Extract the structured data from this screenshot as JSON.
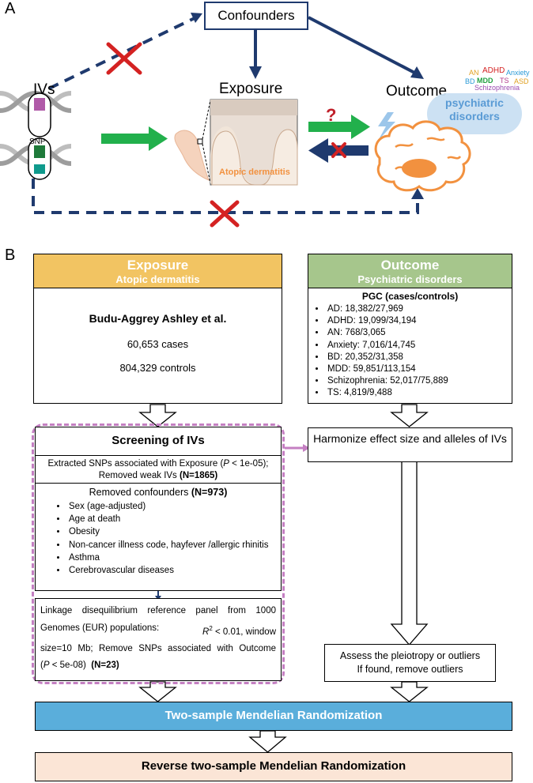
{
  "panel_a": {
    "label": "A",
    "confounders": "Confounders",
    "ivs": "IVs",
    "snp": "SNP",
    "exposure": "Exposure",
    "atopic_dermatitis": "Atopic dermatitis",
    "outcome": "Outcome",
    "psychiatric": "psychiatric",
    "disorders": "disorders",
    "question_mark": "?",
    "disorder_words": [
      "AN",
      "ADHD",
      "Anxiety",
      "BD",
      "MDD",
      "TS",
      "ASD",
      "Schizophrenia"
    ],
    "colors": {
      "navy": "#1f3a6e",
      "green": "#22b04c",
      "red": "#d42222",
      "skin": "#f0b893",
      "brain_outline": "#f2913f",
      "cloud": "#c9dff2",
      "cloud_text": "#5a9bd5",
      "lightning": "#9cc6ea"
    }
  },
  "panel_b": {
    "label": "B",
    "exposure_header": {
      "title": "Exposure",
      "subtitle": "Atopic dermatitis",
      "color": "#f2c462"
    },
    "outcome_header": {
      "title": "Outcome",
      "subtitle": "Psychiatric disorders",
      "color": "#a6c68c"
    },
    "exposure_body": {
      "author": "Budu-Aggrey Ashley et al.",
      "cases": "60,653 cases",
      "controls": "804,329 controls"
    },
    "outcome_body": {
      "title": "PGC (cases/controls)",
      "items": [
        "AD: 18,382/27,969",
        "ADHD: 19,099/34,194",
        "AN: 768/3,065",
        "Anxiety: 7,016/14,745",
        "BD: 20,352/31,358",
        "MDD: 59,851/113,154",
        "Schizophrenia: 52,017/75,889",
        "TS: 4,819/9,488"
      ]
    },
    "screening": {
      "title": "Screening of IVs",
      "step1_text": "Extracted SNPs associated with Exposure (",
      "step1_p": "P",
      "step1_threshold": " < 1e-05);",
      "step1_line2": "Removed weak IVs ",
      "step1_n": "(N=1865)",
      "step2_title": "Removed confounders ",
      "step2_n": "(N=973)",
      "step2_items": [
        "Sex (age-adjusted)",
        "Age at death",
        "Obesity",
        "Non-cancer illness code, hayfever /allergic rhinitis",
        "Asthma",
        "Cerebrovascular diseases"
      ],
      "step3_line1": "Linkage disequilibrium reference panel from 1000",
      "step3_line2": "Genomes (EUR) populations:",
      "step3_r": "R",
      "step3_r_sup": "2",
      "step3_r_rest": " < 0.01, window",
      "step3_line3": "size=10 Mb; Remove SNPs associated with Outcome",
      "step3_p_open": "(",
      "step3_p": "P",
      "step3_p_rest": " < 5e-08)",
      "step3_n": "(N=23)"
    },
    "harmonize": "Harmonize effect size and alleles of IVs",
    "pleiotropy_line1": "Assess the pleiotropy or outliers",
    "pleiotropy_line2": "If found, remove outliers",
    "two_sample": {
      "label": "Two-sample Mendelian Randomization",
      "color": "#5aaedb"
    },
    "reverse": {
      "label": "Reverse two-sample Mendelian Randomization",
      "color": "#fbe5d6"
    },
    "frame_color": "#c47fc2"
  }
}
